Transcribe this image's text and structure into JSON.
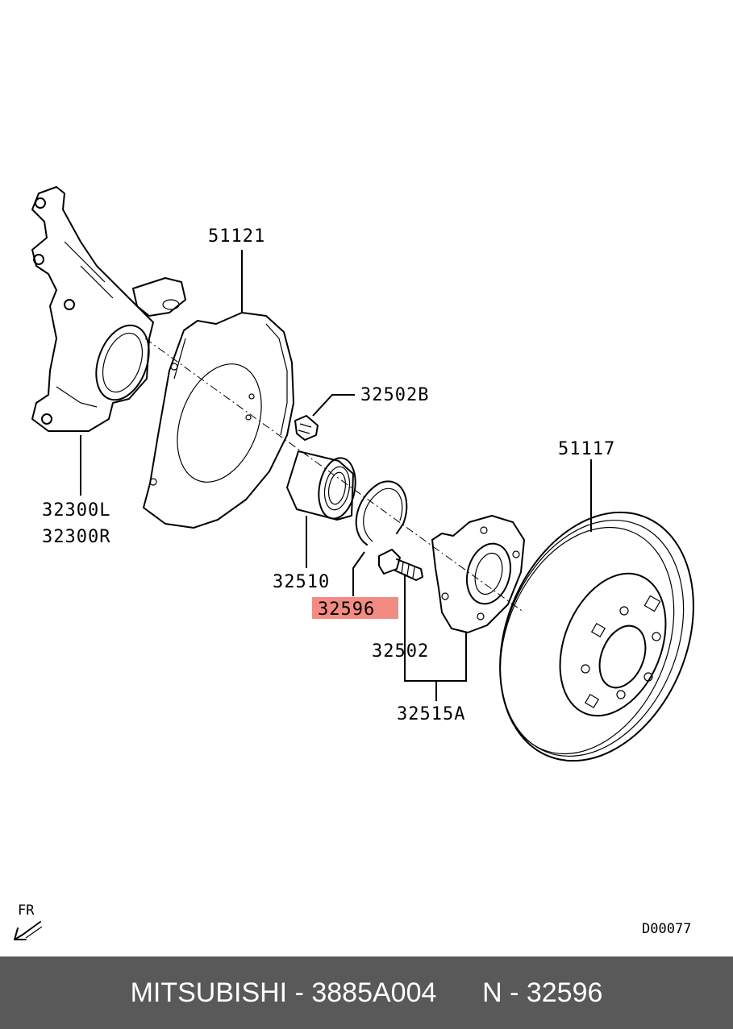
{
  "labels": {
    "knuckle_l": "32300L",
    "knuckle_r": "32300R",
    "dust_shield": "51121",
    "bolt": "32502B",
    "bearing": "32510",
    "snap_ring": "32596",
    "hub_bolt": "32502",
    "hub_assy": "32515A",
    "brake_disc": "51117",
    "front_indicator": "FR",
    "diagram_code": "D00077"
  },
  "highlight_color": "#f28b82",
  "footer": {
    "brand": "MITSUBISHI",
    "sep1": " - ",
    "part_number": "3885A004",
    "gap": "      ",
    "ref": "N - 32596"
  }
}
